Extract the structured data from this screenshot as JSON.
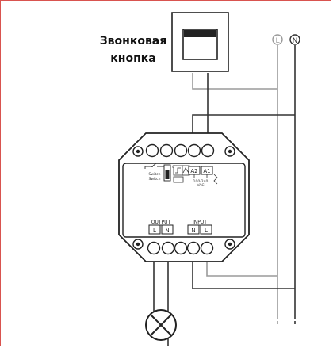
{
  "bell_button": {
    "label_line1": "Звонковая",
    "label_line2": "кнопка"
  },
  "terminals": {
    "line": "L",
    "neutral": "N"
  },
  "module": {
    "output_label": "OUTPUT",
    "input_label": "INPUT",
    "output_terminals": [
      "L",
      "N"
    ],
    "input_terminals": [
      "N",
      "L"
    ],
    "switch_label_top": "Switch",
    "switch_label_bottom": "Switch",
    "trigger_labels": [
      "A2",
      "A1"
    ],
    "voltage_label_line1": "100-240",
    "voltage_label_line2": "VAC"
  },
  "colors": {
    "frame": "#d9534f",
    "wire_dark": "#333333",
    "wire_gray": "#9a9a9a",
    "outline": "#222222"
  }
}
